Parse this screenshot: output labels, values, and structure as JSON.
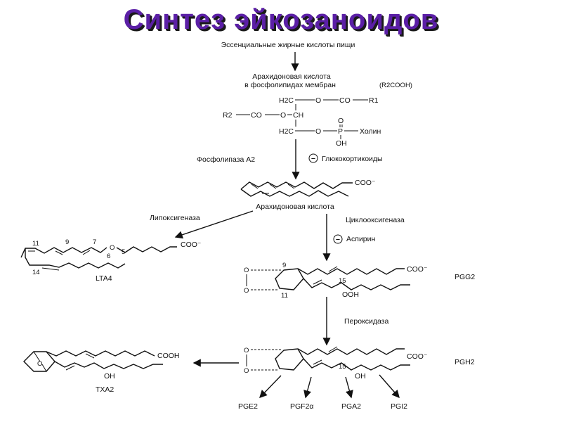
{
  "slide_title": "Синтез эйкозаноидов",
  "source": {
    "label": "Эссенциальные жирные кислоты пищи"
  },
  "membrane": {
    "line1": "Арахидоновая кислота",
    "line2": "в фосфолипидах мембран",
    "formula": "(R2COOH)",
    "row1": [
      "H2C",
      "O",
      "CO",
      "R1"
    ],
    "row2": [
      "R2",
      "CO",
      "O",
      "CH"
    ],
    "row3": [
      "H2C",
      "O",
      "P",
      "Холин"
    ],
    "p_top": "O",
    "p_bottom": "OH"
  },
  "phospholipase": {
    "enzyme": "Фосфолипаза А2",
    "inhibitor_sign": "−",
    "inhibitor": "Глюкокортикоиды"
  },
  "arachidonic": {
    "label": "Арахидоновая кислота",
    "group": "COO⁻"
  },
  "lipoxygenase": {
    "enzyme": "Липоксигеназа"
  },
  "lta4": {
    "name": "LTA4",
    "group": "COO⁻",
    "numbers": [
      "11",
      "9",
      "7",
      "6",
      "5",
      "14"
    ],
    "o_label": "O"
  },
  "cyclooxygenase": {
    "enzyme": "Циклооксигеназа",
    "inhibitor_sign": "−",
    "inhibitor": "Аспирин"
  },
  "pgg2": {
    "name": "PGG2",
    "group": "COO⁻",
    "numbers": [
      "9",
      "11",
      "15"
    ],
    "hydroxy": "OOH",
    "o_top": "O",
    "o_bottom": "O"
  },
  "peroxidase": {
    "enzyme": "Пероксидаза"
  },
  "pgh2": {
    "name": "PGH2",
    "group": "COO⁻",
    "numbers": [
      "15"
    ],
    "hydroxy": "OH",
    "o_top": "O",
    "o_bottom": "O"
  },
  "txa2": {
    "name": "TXA2",
    "group": "COOH",
    "hydroxy": "OH",
    "o_label": "O"
  },
  "products": [
    "PGE2",
    "PGF2α",
    "PGA2",
    "PGI2"
  ]
}
